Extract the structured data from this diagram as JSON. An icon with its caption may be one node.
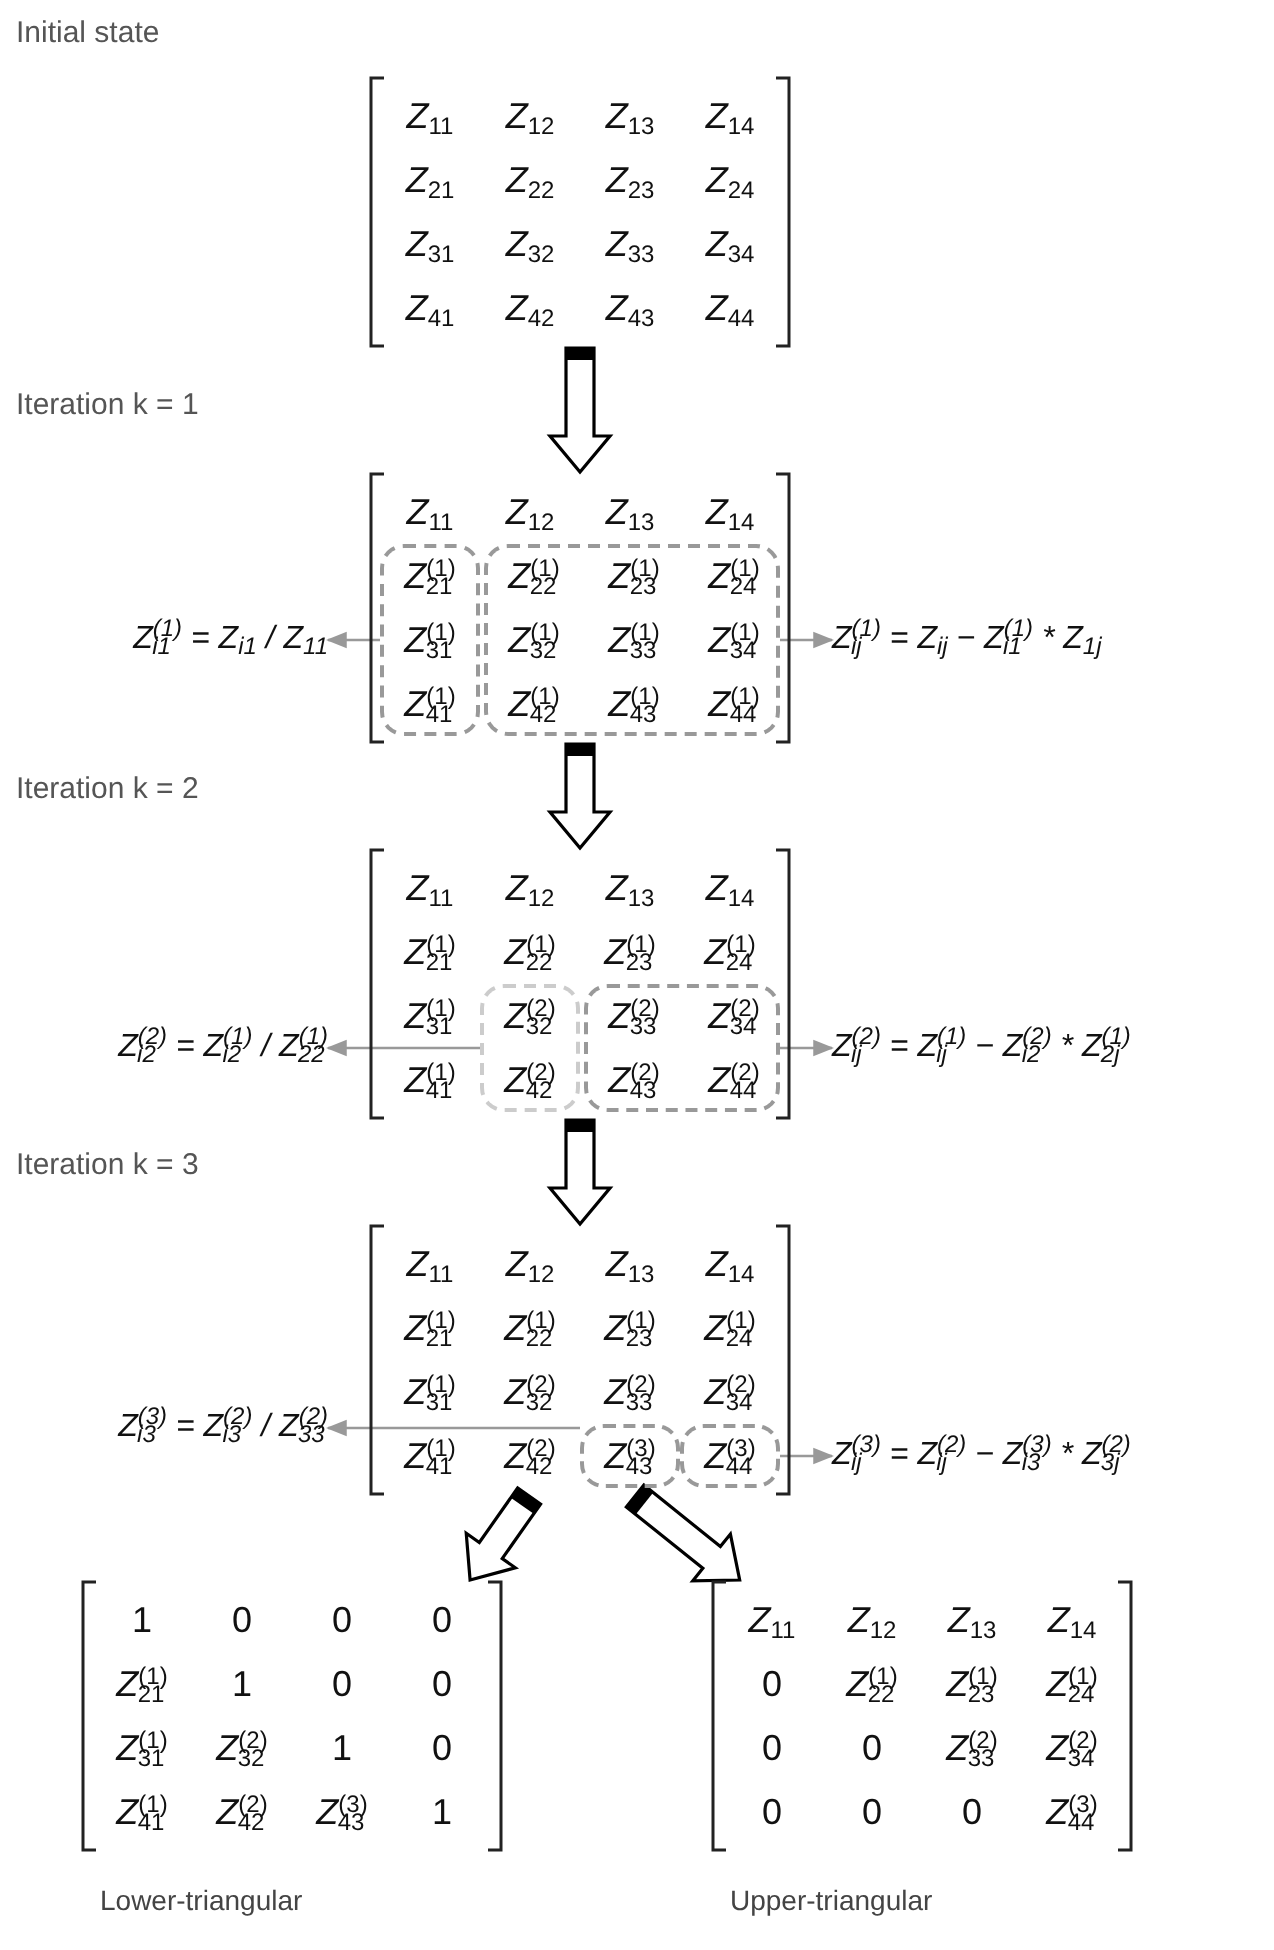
{
  "diagram": {
    "nodes": [
      {
        "text": [
          "*Z*$_{11}$",
          "*Z*$_{12}$",
          "*Z*$_{13}$",
          "*Z*$_{14}$",
          "*Z*$_{21}$",
          "*Z*$_{22}$",
          "*Z*$_{23}$",
          "*Z*$_{24}$",
          "*Z*$_{31}$",
          "*Z*$_{32}$",
          "*Z*$_{33}$",
          "*Z*$_{34}$",
          "*Z*$_{41}$",
          "*Z*$_{42}$",
          "*Z*$_{43}$",
          "*Z*$_{44}$"
        ]
      },
      {
        "text": [
          "*Z*$_{11}$",
          "*Z*$_{12}$",
          "*Z*$_{13}$",
          "*Z*$_{14}$"
        ]
      },
      {
        "text": [
          "*Z*$^{(1)}$$_{21}$",
          "*Z*$^{(1)}$$_{31}$",
          "*Z*$^{(1)}$$_{41}$"
        ],
        "in": 1
      },
      {
        "text": [
          "*Z*$^{(1)}$$_{22}$",
          "*Z*$^{(1)}$$_{23}$",
          "*Z*$^{(1)}$$_{24}$",
          "*Z*$^{(1)}$$_{32}$",
          "*Z*$^{(1)}$$_{33}$",
          "*Z*$^{(1)}$$_{34}$",
          "*Z*$^{(1)}$$_{42}$",
          "*Z*$^{(1)}$$_{43}$",
          "*Z*$^{(1)}$$_{44}$"
        ],
        "in": 1
      },
      {
        "text": [
          "Z$^{(1)}$$_{i1}$ = Z$_{i1}$ / Z$_{11}$"
        ]
      },
      {
        "text": [
          "Z$^{(1)}$$_{ij}$ = Z$_{ij}$ − Z$^{(1)}$$_{i1}$ * Z$_{1j}$"
        ]
      },
      {
        "text": [
          "*Z*$_{11}$",
          "*Z*$_{12}$",
          "*Z*$_{13}$",
          "*Z*$_{14}$",
          "*Z*$^{(1)}$$_{21}$",
          "*Z*$^{(1)}$$_{22}$",
          "*Z*$^{(1)}$$_{23}$",
          "*Z*$^{(1)}$$_{24}$",
          "*Z*$^{(1)}$$_{31}$",
          "*Z*$^{(1)}$$_{41}$"
        ]
      },
      {
        "text": [
          "*Z*$^{(2)}$$_{32}$",
          "*Z*$^{(2)}$$_{42}$"
        ],
        "in": 6
      },
      {
        "text": [
          "*Z*$^{(2)}$$_{33}$",
          "*Z*$^{(2)}$$_{34}$",
          "*Z*$^{(2)}$$_{43}$",
          "*Z*$^{(2)}$$_{44}$"
        ],
        "in": 6
      },
      {
        "text": [
          "Z$^{(2)}$$_{i2}$ = Z$^{(1)}$$_{i2}$ / Z$^{(1)}$$_{22}$"
        ]
      },
      {
        "text": [
          "Z$^{(2)}$$_{ij}$ = Z$^{(1)}$$_{ij}$ − Z$^{(2)}$$_{i2}$ * Z$^{(1)}$$_{2j}$"
        ]
      },
      {
        "text": [
          "*Z*$_{11}$",
          "*Z*$_{12}$",
          "*Z*$_{13}$",
          "*Z*$_{14}$",
          "*Z*$^{(1)}$$_{21}$",
          "*Z*$^{(1)}$$_{22}$",
          "*Z*$^{(1)}$$_{23}$",
          "*Z*$^{(1)}$$_{24}$",
          "*Z*$^{(1)}$$_{31}$",
          "*Z*$^{(2)}$$_{32}$",
          "*Z*$^{(2)}$$_{33}$",
          "*Z*$^{(2)}$$_{34}$",
          "*Z*$^{(1)}$$_{41}$",
          "*Z*$^{(2)}$$_{42}$"
        ]
      },
      {
        "text": [
          "*Z*$^{(3)}$$_{43}$"
        ],
        "in": 11
      },
      {
        "text": [
          "*Z*$^{(3)}$$_{44}$"
        ],
        "in": 11
      },
      {
        "text": [
          "Z$^{(3)}$$_{i3}$ = Z$^{(2)}$$_{i3}$ / Z$^{(2)}$$_{33}$"
        ]
      },
      {
        "text": [
          "Z$^{(3)}$$_{ij}$ = Z$^{(2)}$$_{ij}$ − Z$^{(3)}$$_{i3}$ * Z$^{(2)}$$_{3j}$"
        ]
      },
      {
        "text": [
          "1",
          "0",
          "0",
          "0",
          "*Z*$^{(1)}$$_{21}$",
          "1",
          "0",
          "0",
          "*Z*$^{(1)}$$_{31}$",
          "*Z*$^{(2)}$$_{32}$",
          "1",
          "0",
          "*Z*$^{(1)}$$_{41}$",
          "*Z*$^{(2)}$$_{42}$",
          "*Z*$^{(3)}$$_{43}$",
          "1"
        ],
        "beside": [
          "Lower-triangular"
        ]
      },
      {
        "text": [
          "*Z*$_{11}$",
          "*Z*$_{12}$",
          "*Z*$_{13}$",
          "*Z*$_{14}$",
          "0",
          "*Z*$^{(1)}$$_{22}$",
          "*Z*$^{(1)}$$_{23}$",
          "*Z*$^{(1)}$$_{24}$",
          "0",
          "0",
          "*Z*$^{(2)}$$_{33}$",
          "*Z*$^{(2)}$$_{34}$",
          "0",
          "0",
          "0",
          "*Z*$^{(3)}$$_{44}$"
        ],
        "beside": [
          "Upper-triangular"
        ]
      }
    ],
    "edges": [
      {
        "from": 0,
        "to": 1,
        "arrow": "to",
        "style": "thick",
        "color": "#000000"
      },
      {
        "from": 2,
        "to": 4,
        "arrow": "to"
      },
      {
        "from": 3,
        "to": 5,
        "arrow": "to"
      },
      {
        "from": 1,
        "to": 6,
        "arrow": "to",
        "style": "thick",
        "color": "#000000"
      },
      {
        "from": 7,
        "to": 9,
        "arrow": "to"
      },
      {
        "from": 8,
        "to": 10,
        "arrow": "to"
      },
      {
        "from": 6,
        "to": 11,
        "arrow": "to",
        "style": "thick",
        "color": "#000000"
      },
      {
        "from": 12,
        "to": 14,
        "arrow": "to"
      },
      {
        "from": 13,
        "to": 15,
        "arrow": "to"
      },
      {
        "from": 11,
        "to": 16,
        "arrow": "to",
        "style": "thick",
        "color": "#000000"
      },
      {
        "from": 11,
        "to": 17,
        "arrow": "to",
        "style": "thick",
        "color": "#000000"
      }
    ],
    "labels": [
      "Initial state",
      "Iteration k = 1",
      "Iteration k = 2",
      "Iteration k = 3"
    ]
  }
}
